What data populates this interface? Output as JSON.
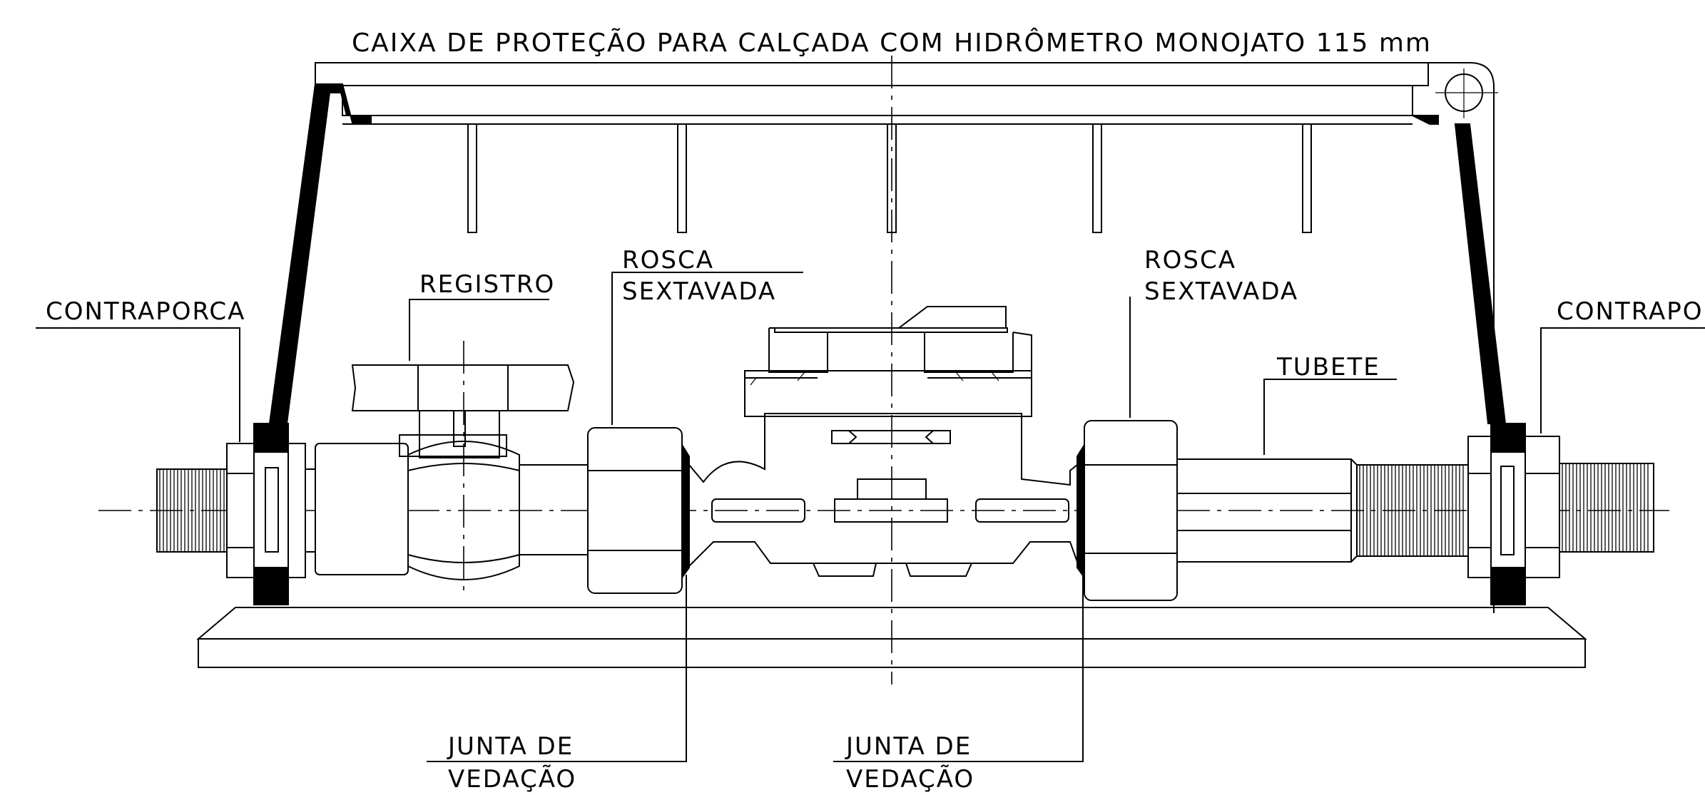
{
  "title": "CAIXA DE PROTEÇÃO PARA CALÇADA COM HIDRÔMETRO MONOJATO 115 mm",
  "labels": {
    "contraporca_left": "CONTRAPORCA",
    "contraporca_right": "CONTRAPORCA",
    "registro": "REGISTRO",
    "rosca_left_line1": "ROSCA",
    "rosca_left_line2": "SEXTAVADA",
    "rosca_right_line1": "ROSCA",
    "rosca_right_line2": "SEXTAVADA",
    "tubete": "TUBETE",
    "junta_left_line1": "JUNTA DE",
    "junta_left_line2": "VEDAÇÃO",
    "junta_right_line1": "JUNTA DE",
    "junta_right_line2": "VEDAÇÃO"
  },
  "colors": {
    "ink": "#000000",
    "background": "#ffffff"
  }
}
